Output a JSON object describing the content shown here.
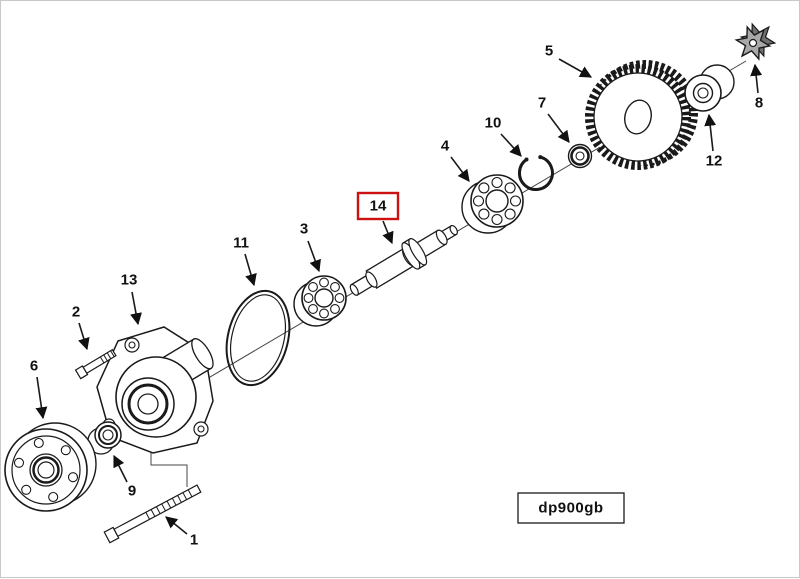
{
  "figure_code": "dp900gb",
  "highlighted_part": "14",
  "highlight_color": "#cc1111",
  "parts": [
    "1",
    "2",
    "3",
    "4",
    "5",
    "6",
    "7",
    "8",
    "9",
    "10",
    "11",
    "12",
    "13",
    "14"
  ]
}
